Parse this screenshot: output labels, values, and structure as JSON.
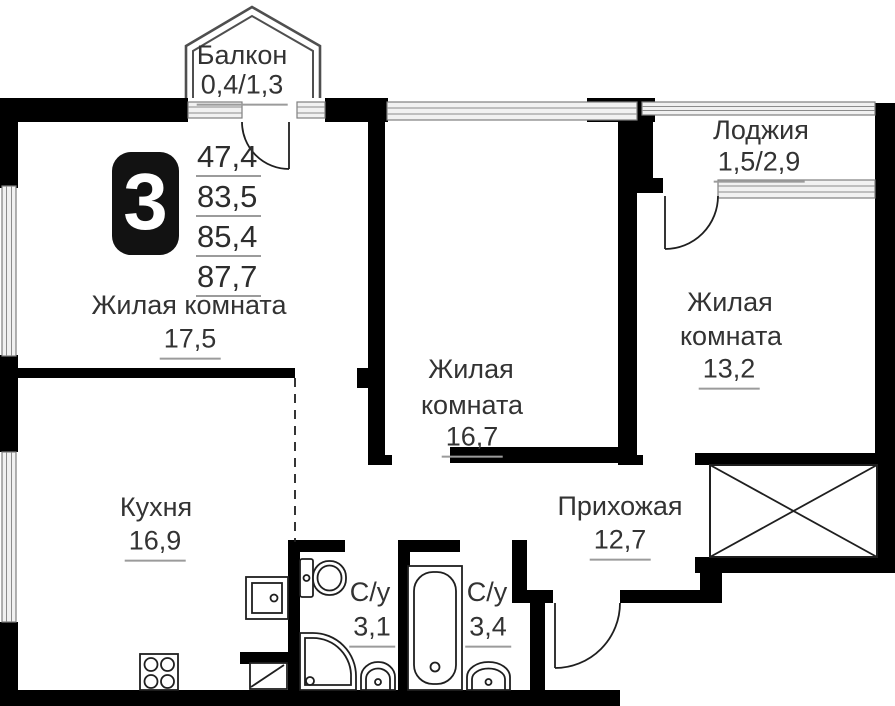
{
  "plan_type_badge": "3",
  "area_summary": {
    "values": [
      "47,4",
      "83,5",
      "85,4",
      "87,7"
    ]
  },
  "rooms": {
    "living_room_1": {
      "label": "Жилая комната",
      "area": "17,5"
    },
    "living_room_2": {
      "label_line1": "Жилая",
      "label_line2": "комната",
      "area": "16,7"
    },
    "living_room_3": {
      "label_line1": "Жилая",
      "label_line2": "комната",
      "area": "13,2"
    },
    "kitchen": {
      "label": "Кухня",
      "area": "16,9"
    },
    "hallway": {
      "label": "Прихожая",
      "area": "12,7"
    },
    "bathroom_1": {
      "label": "С/у",
      "area": "3,1"
    },
    "bathroom_2": {
      "label": "С/у",
      "area": "3,4"
    },
    "balcony": {
      "label": "Балкон",
      "area": "0,4/1,3"
    },
    "loggia": {
      "label": "Лоджия",
      "area": "1,5/2,9"
    }
  },
  "colors": {
    "wall_fill": "#a9a9a9",
    "wall_outline": "#1b1b1b",
    "window_fill": "#f1f1f1",
    "badge_background": "#121212",
    "badge_text": "#ffffff",
    "label_text": "#333333",
    "underline": "#9b9b9b"
  }
}
